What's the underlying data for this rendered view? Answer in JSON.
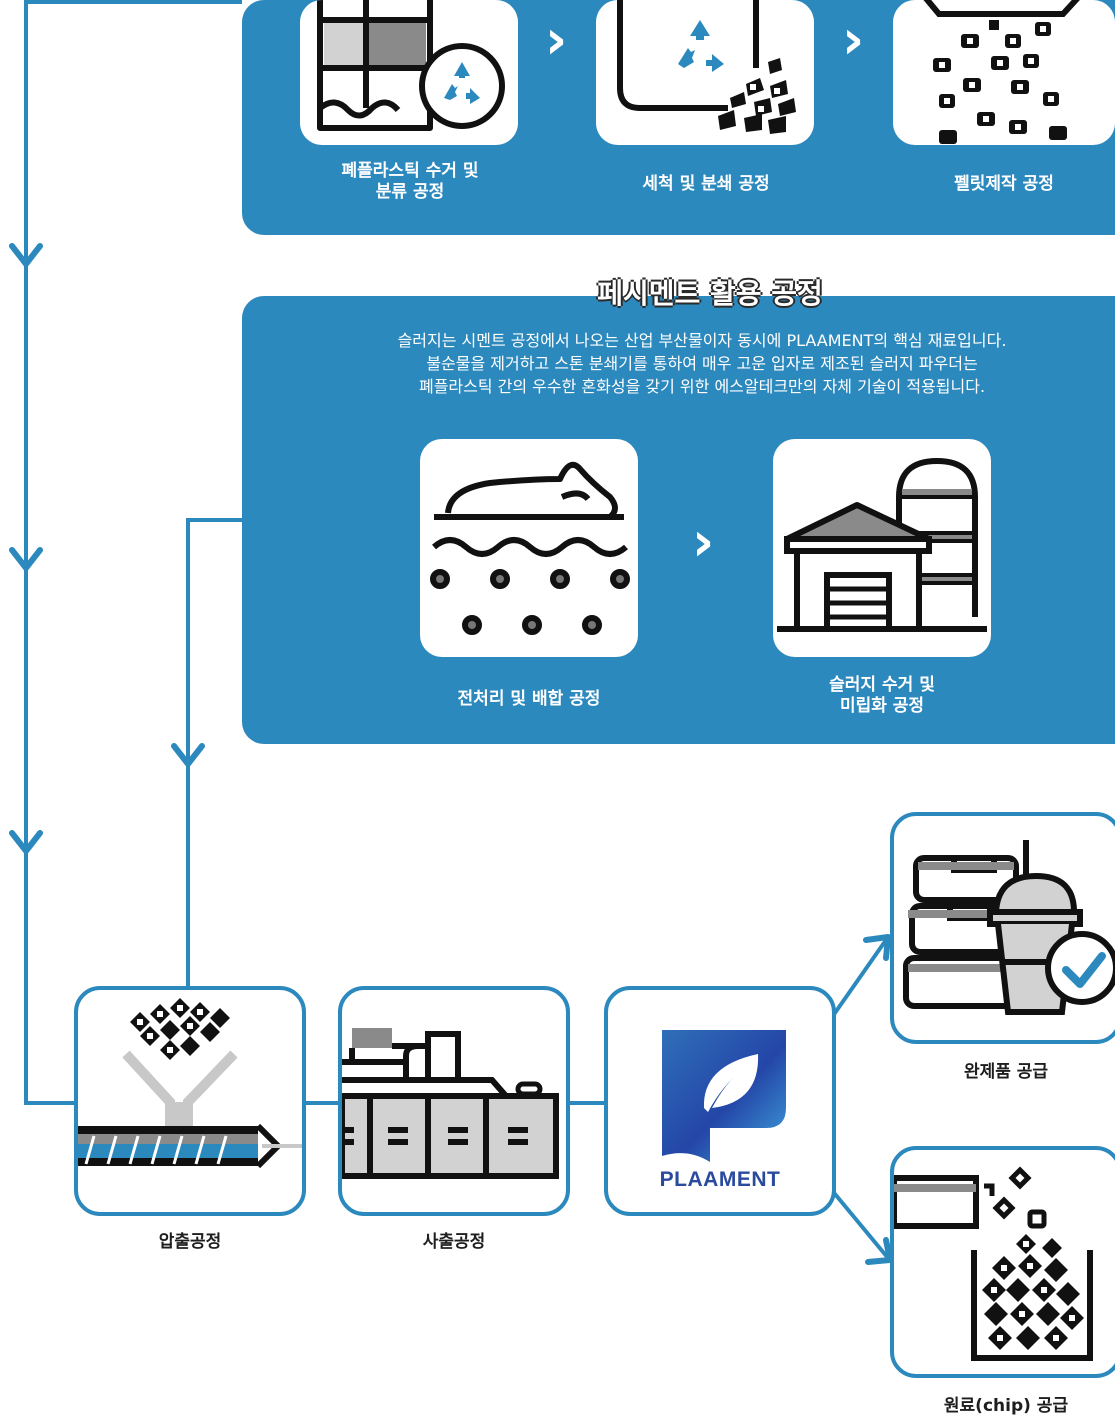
{
  "colors": {
    "primary": "#2c89be",
    "card_border": "#2c89be",
    "text_dark": "#1e1e1e",
    "text_light": "#ffffff"
  },
  "top_stage": {
    "steps": [
      {
        "label_line1": "폐플라스틱 수거 및",
        "label_line2": "분류 공정",
        "icon": "plastic-bottle-recycle-icon"
      },
      {
        "label": "세척 및 분쇄 공정",
        "icon": "recycle-bag-crushed-icon"
      },
      {
        "label": "펠릿제작 공정",
        "icon": "pellets-icon"
      }
    ],
    "arrow_glyph": "›"
  },
  "cement_stage": {
    "title": "페시멘트 활용 공정",
    "description": [
      "슬러지는 시멘트 공정에서 나오는 산업 부산물이자 동시에 PLAAMENT의 핵심 재료입니다.",
      "불순물을 제거하고 스톤 분쇄기를 통하여 매우 고운 입자로 제조된 슬러지 파우더는",
      "폐플라스틱 간의 우수한 혼화성을 갖기 위한 에스알테크만의 자체 기술이 적용됩니다."
    ],
    "steps": [
      {
        "label": "전처리 및 배합 공정",
        "icon": "sludge-pretreatment-icon"
      },
      {
        "label_line1": "슬러지 수거 및",
        "label_line2": "미립화 공정",
        "icon": "factory-silo-icon"
      }
    ],
    "arrow_glyph": "›"
  },
  "production": {
    "extrusion": {
      "label": "압출공정",
      "icon": "extruder-icon"
    },
    "injection": {
      "label": "사출공정",
      "icon": "injection-machine-icon"
    },
    "brand": {
      "logo_text": "PLAAMENT",
      "icon": "plaament-logo-icon"
    }
  },
  "outputs": {
    "finished": {
      "label": "완제품 공급",
      "icon": "containers-check-icon"
    },
    "chip": {
      "label": "원료(chip) 공급",
      "icon": "chips-bin-icon"
    }
  }
}
